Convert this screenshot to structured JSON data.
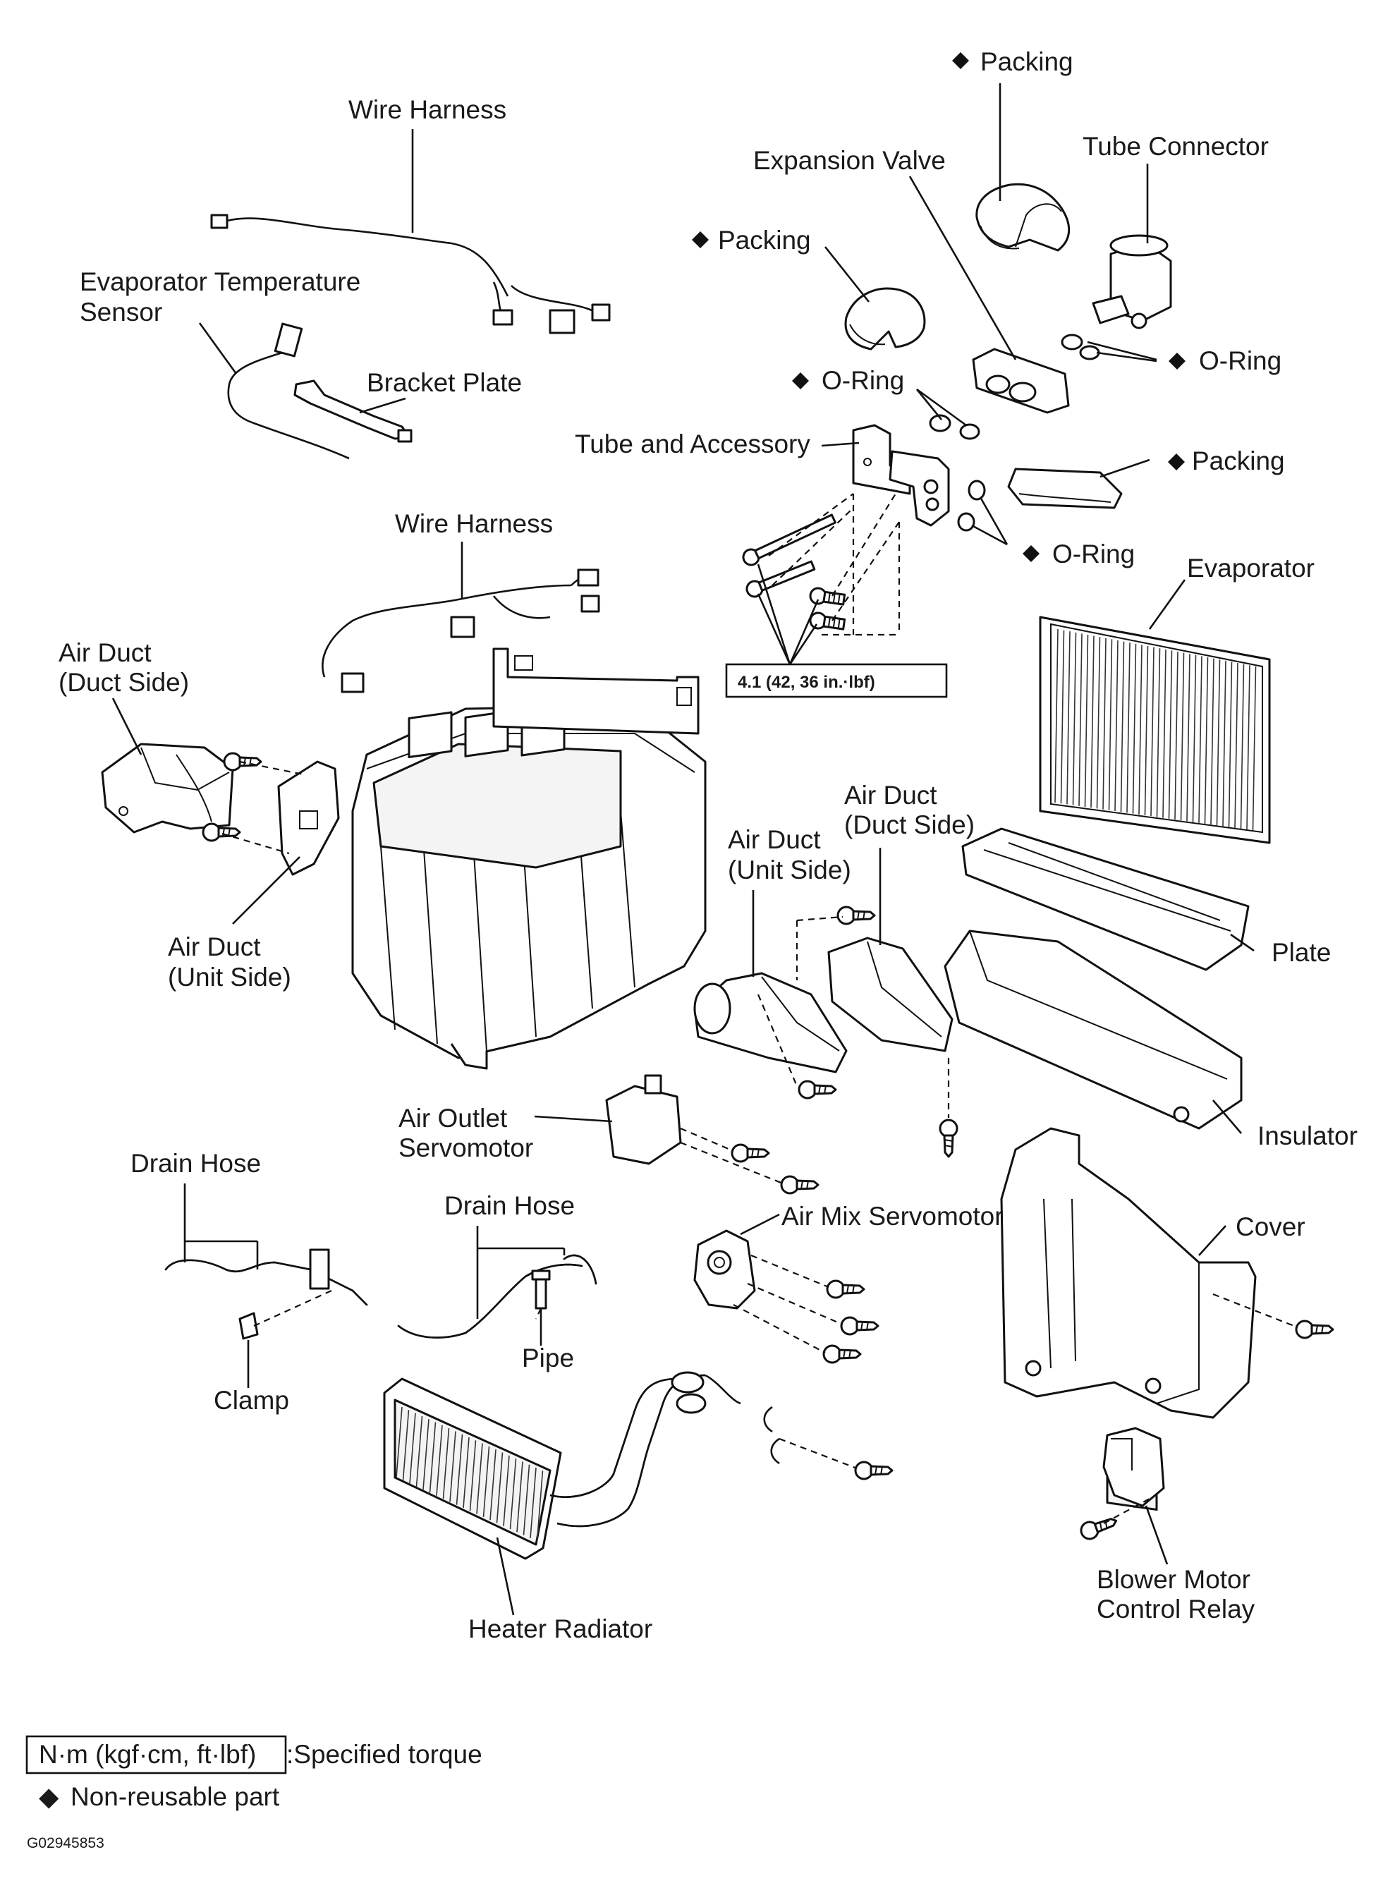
{
  "labels": {
    "packing_top": "Packing",
    "tube_connector": "Tube Connector",
    "expansion_valve": "Expansion Valve",
    "wire_harness_top": "Wire Harness",
    "packing_left": "Packing",
    "evap_temp_sensor_1": "Evaporator Temperature",
    "evap_temp_sensor_2": "Sensor",
    "o_ring_right": "O-Ring",
    "bracket_plate": "Bracket Plate",
    "o_ring_mid": "O-Ring",
    "tube_and_accessory": "Tube and Accessory",
    "packing_right": "Packing",
    "wire_harness_mid": "Wire Harness",
    "o_ring_lower": "O-Ring",
    "evaporator": "Evaporator",
    "torque_spec": "4.1 (42, 36 in.·lbf)",
    "air_duct_duct_side_left_1": "Air Duct",
    "air_duct_duct_side_left_2": "(Duct Side)",
    "air_duct_duct_side_right_1": "Air Duct",
    "air_duct_duct_side_right_2": "(Duct Side)",
    "air_duct_unit_side_right_1": "Air Duct",
    "air_duct_unit_side_right_2": "(Unit Side)",
    "air_duct_unit_side_left_1": "Air Duct",
    "air_duct_unit_side_left_2": "(Unit Side)",
    "plate": "Plate",
    "air_outlet_servomotor_1": "Air Outlet",
    "air_outlet_servomotor_2": "Servomotor",
    "insulator": "Insulator",
    "drain_hose_left": "Drain Hose",
    "drain_hose_right": "Drain Hose",
    "air_mix_servomotor": "Air Mix Servomotor",
    "cover": "Cover",
    "pipe": "Pipe",
    "clamp": "Clamp",
    "heater_radiator": "Heater Radiator",
    "blower_relay_1": "Blower Motor",
    "blower_relay_2": "Control Relay"
  },
  "legend": {
    "torque_unit": "N·m (kgf·cm, ft·lbf)",
    "torque_desc": ":Specified torque",
    "nonreusable_desc": "Non-reusable part",
    "nonreusable_symbol": "◆"
  },
  "figure_code": "G02945853"
}
